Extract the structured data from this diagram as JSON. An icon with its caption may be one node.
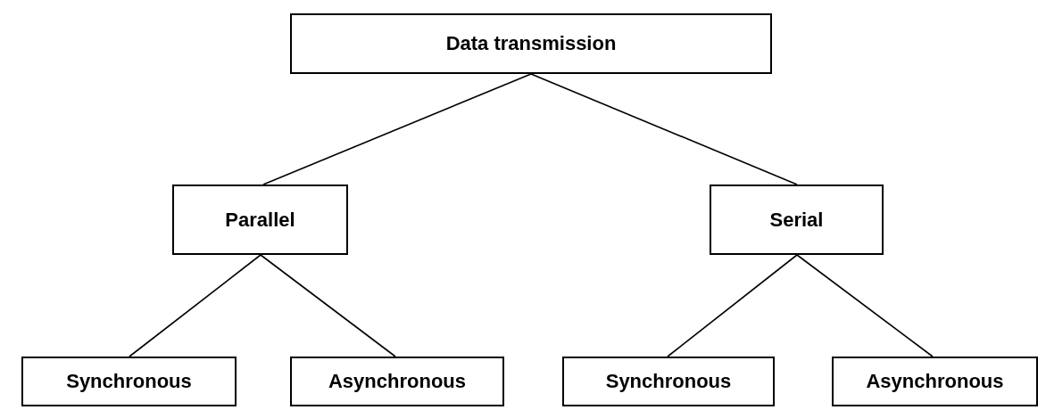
{
  "diagram": {
    "nodes": [
      {
        "text": [
          "Data transmission"
        ]
      },
      {
        "text": [
          "Parallel"
        ]
      },
      {
        "text": [
          "Serial"
        ]
      },
      {
        "text": [
          "Synchronous"
        ]
      },
      {
        "text": [
          "Asynchronous"
        ]
      },
      {
        "text": [
          "Synchronous"
        ]
      },
      {
        "text": [
          "Asynchronous"
        ]
      }
    ],
    "edges": [
      {
        "from": 0,
        "to": 1,
        "arrow": "none"
      },
      {
        "from": 0,
        "to": 2,
        "arrow": "none"
      },
      {
        "from": 1,
        "to": 3,
        "arrow": "none"
      },
      {
        "from": 1,
        "to": 4,
        "arrow": "none"
      },
      {
        "from": 2,
        "to": 5,
        "arrow": "none"
      },
      {
        "from": 2,
        "to": 6,
        "arrow": "none"
      }
    ]
  }
}
